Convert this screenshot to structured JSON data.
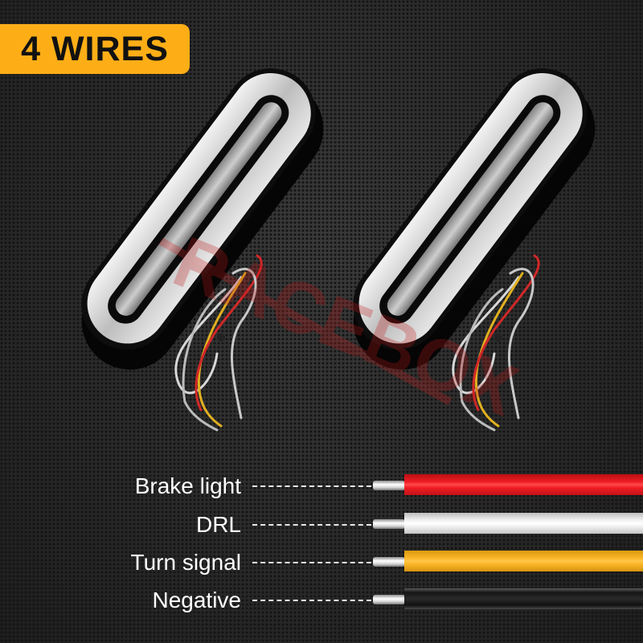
{
  "badge": {
    "text": "4 WIRES",
    "color": "#fdae17"
  },
  "watermark": {
    "text": "RACEBOX"
  },
  "product": {
    "name": "LED trailer tail light",
    "count": 2
  },
  "wires": [
    {
      "label": "Brake light",
      "color": "#ef1c23"
    },
    {
      "label": "DRL",
      "color": "#f1f1f1"
    },
    {
      "label": "Turn signal",
      "color": "#fbb526"
    },
    {
      "label": "Negative",
      "color": "#161616"
    }
  ]
}
